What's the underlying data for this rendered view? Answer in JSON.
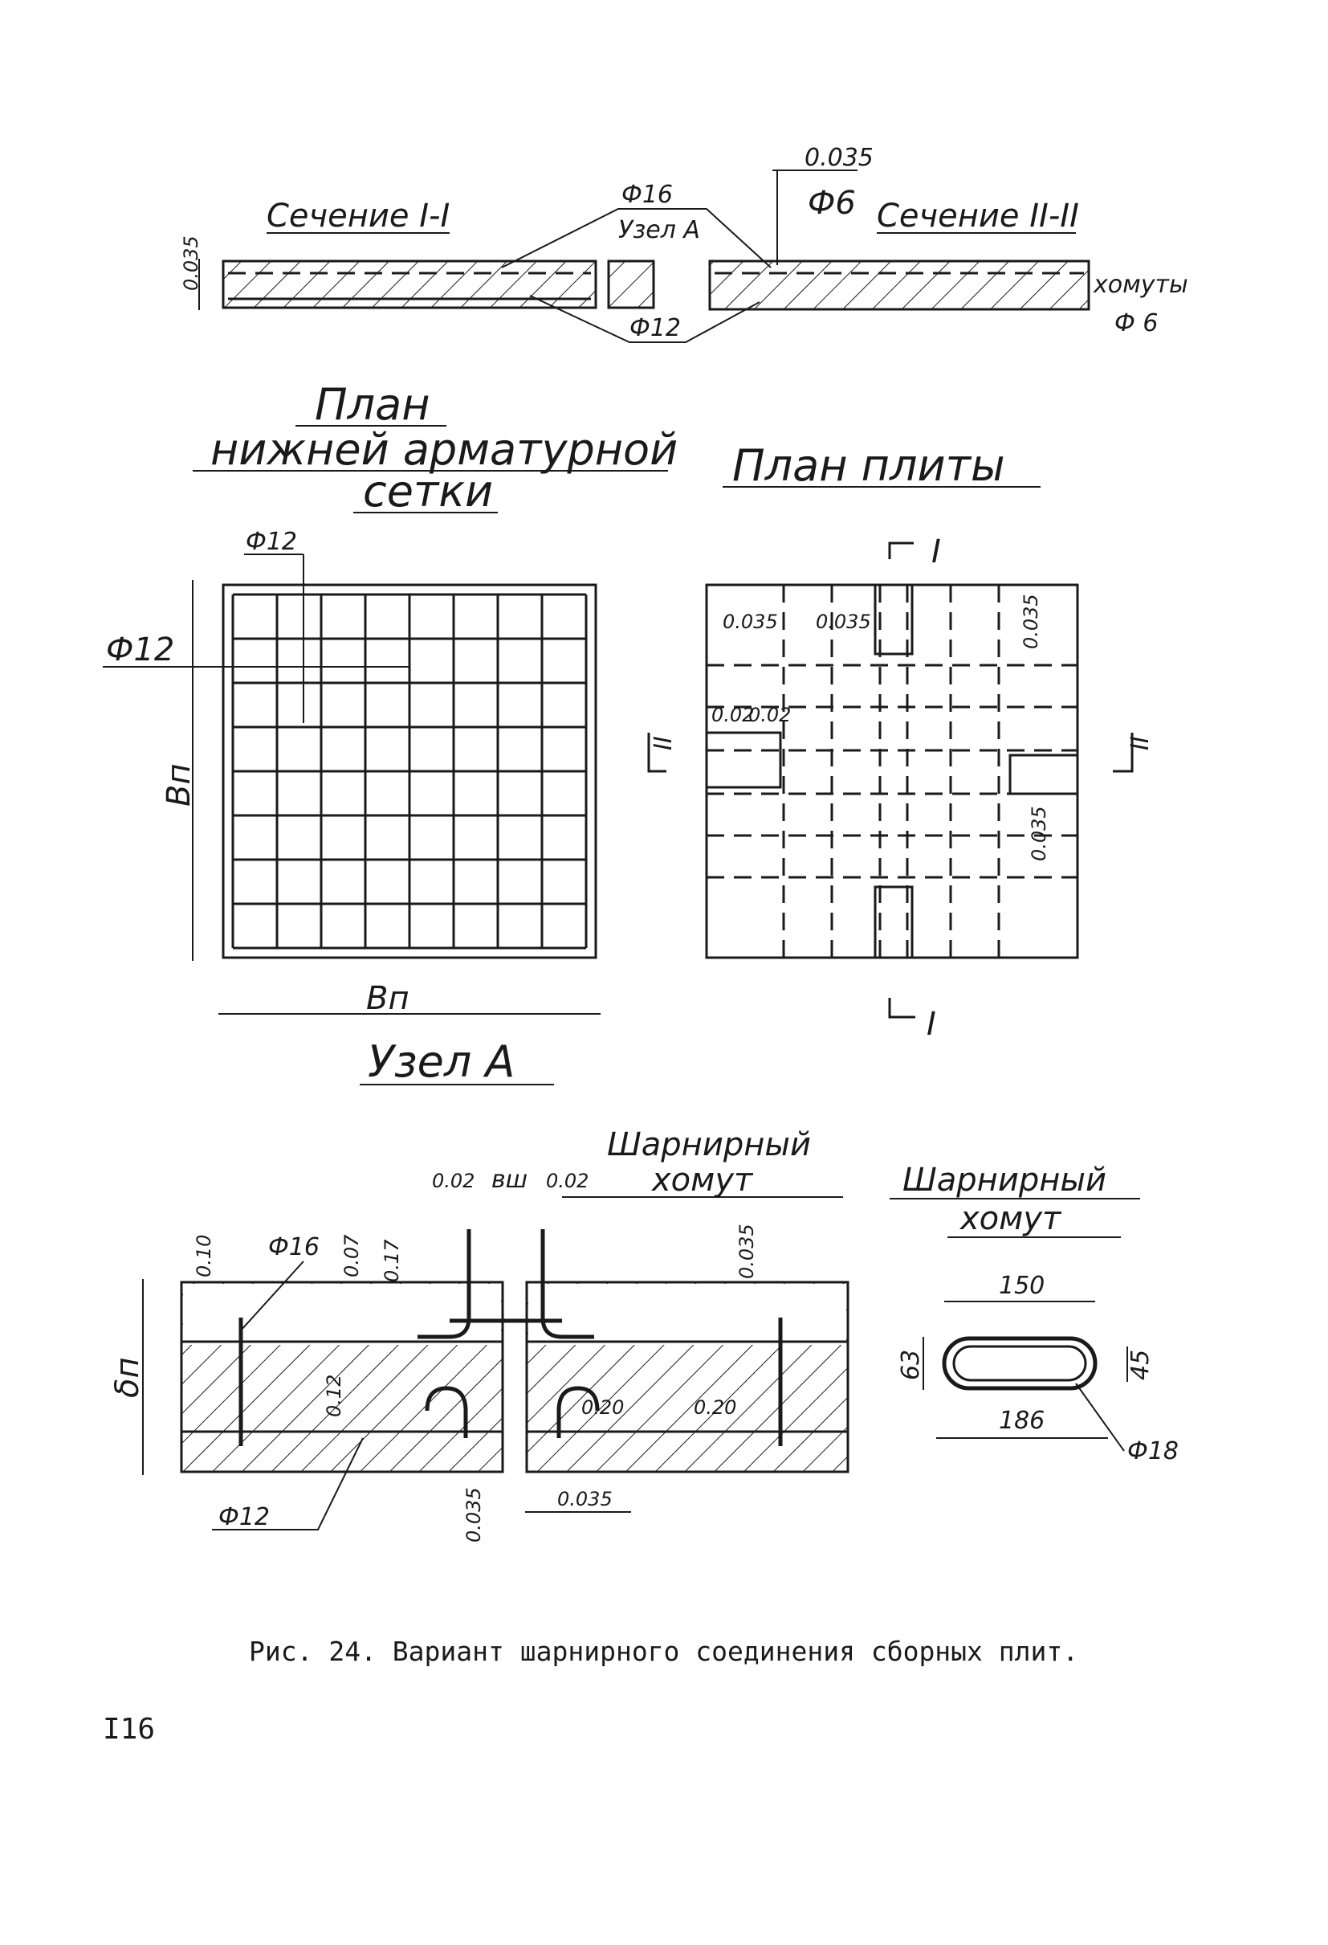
{
  "section_1": {
    "title": "Сечение I-I",
    "dim_left": "0.035"
  },
  "section_2": {
    "title": "Сечение II-II",
    "dim_top": "0.035",
    "phi6": "Ф6",
    "stirrups": "хомуты",
    "stirrups_phi": "Ф 6"
  },
  "section_callouts": {
    "phi16": "Ф16",
    "node_a": "Узел А",
    "phi12": "Ф12"
  },
  "mesh_plan": {
    "title_line1": "План",
    "title_line2": "нижней арматурной",
    "title_line3": "сетки",
    "phi12_top": "Ф12",
    "phi12_left": "Ф12",
    "dim_height": "Вп",
    "dim_width": "Вп"
  },
  "slab_plan": {
    "title": "План плиты",
    "mark_I_top": "I",
    "mark_I_bottom": "I",
    "mark_II_left": "II",
    "mark_II_right": "II",
    "dims": [
      "0.035",
      "0.035",
      "0.035",
      "0.02",
      "0.02",
      "0.035"
    ]
  },
  "node_a": {
    "title": "Узел А",
    "hinge_label_1": "Шарнирный",
    "hinge_label_2": "хомут",
    "dim_gap_left": "0.02",
    "dim_gap_mid": "вш",
    "dim_gap_right": "0.02",
    "phi16": "Ф16",
    "dim_010": "0.10",
    "dim_007": "0.07",
    "dim_017": "0.17",
    "dim_0035_top": "0.035",
    "dim_012": "0.12",
    "dim_020_a": "0.20",
    "dim_020_b": "0.20",
    "dim_height": "δп",
    "phi12": "Ф12",
    "dim_0035_bottom_v": "0.035",
    "dim_0035_bottom_h": "0.035"
  },
  "hinge_detail": {
    "title_1": "Шарнирный",
    "title_2": "хомут",
    "dim_150": "150",
    "dim_186": "186",
    "dim_63": "63",
    "dim_45": "45",
    "phi18": "Ф18"
  },
  "caption": "Рис. 24. Вариант шарнирного соединения сборных плит.",
  "page_number": "I16"
}
